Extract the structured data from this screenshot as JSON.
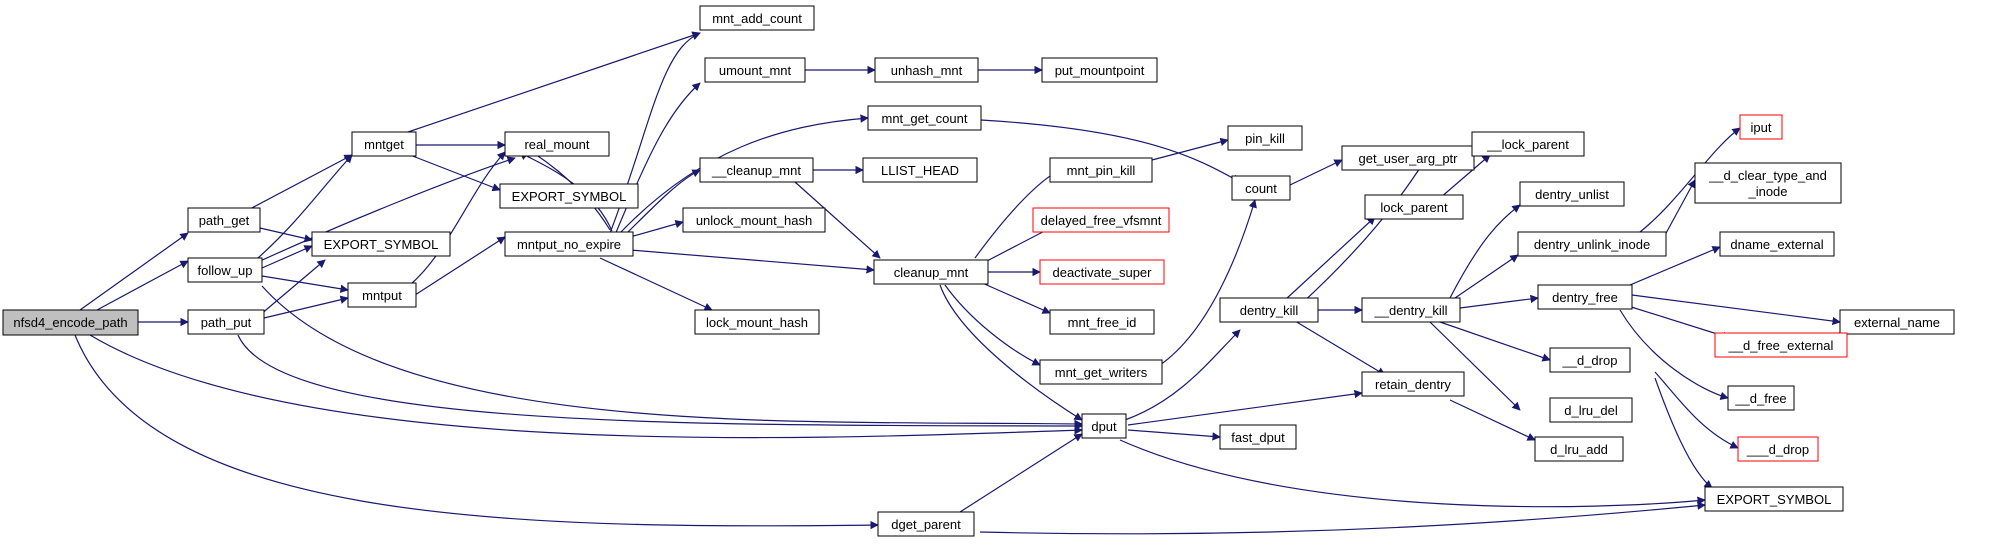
{
  "nodes": {
    "nfsd4_encode_path": "nfsd4_encode_path",
    "path_get": "path_get",
    "follow_up": "follow_up",
    "path_put": "path_put",
    "mntget": "mntget",
    "mntput": "mntput",
    "real_mount": "real_mount",
    "export_symbol_1": "EXPORT_SYMBOL",
    "export_symbol_2": "EXPORT_SYMBOL",
    "export_symbol_3": "EXPORT_SYMBOL",
    "mntput_no_expire": "mntput_no_expire",
    "mnt_add_count": "mnt_add_count",
    "umount_mnt": "umount_mnt",
    "unhash_mnt": "unhash_mnt",
    "put_mountpoint": "put_mountpoint",
    "mnt_get_count": "mnt_get_count",
    "cleanup_mnt_underscore": "__cleanup_mnt",
    "llist_head": "LLIST_HEAD",
    "unlock_mount_hash": "unlock_mount_hash",
    "lock_mount_hash": "lock_mount_hash",
    "cleanup_mnt": "cleanup_mnt",
    "mnt_pin_kill": "mnt_pin_kill",
    "delayed_free_vfsmnt": "delayed_free_vfsmnt",
    "deactivate_super": "deactivate_super",
    "mnt_free_id": "mnt_free_id",
    "mnt_get_writers": "mnt_get_writers",
    "pin_kill": "pin_kill",
    "count": "count",
    "get_user_arg_ptr": "get_user_arg_ptr",
    "dput": "dput",
    "fast_dput": "fast_dput",
    "dget_parent": "dget_parent",
    "dentry_kill": "dentry_kill",
    "lock_parent": "lock_parent",
    "lock_parent_underscore": "__lock_parent",
    "dentry_kill_underscore": "__dentry_kill",
    "retain_dentry": "retain_dentry",
    "d_lru_add": "d_lru_add",
    "dentry_unlist": "dentry_unlist",
    "dentry_unlink_inode": "dentry_unlink_inode",
    "dentry_free": "dentry_free",
    "d_drop_underscore": "__d_drop",
    "d_lru_del": "d_lru_del",
    "iput": "iput",
    "d_clear_type_and_inode_l1": "__d_clear_type_and",
    "d_clear_type_and_inode_l2": "_inode",
    "dname_external": "dname_external",
    "external_name": "external_name",
    "d_free_external": "__d_free_external",
    "d_free": "__d_free",
    "d_drop_triple": "___d_drop"
  },
  "colors": {
    "edge": "#191970",
    "node_border": "#000000",
    "truncated_border": "#ff0000",
    "root_fill": "#bfbfbf",
    "node_fill": "#ffffff"
  }
}
